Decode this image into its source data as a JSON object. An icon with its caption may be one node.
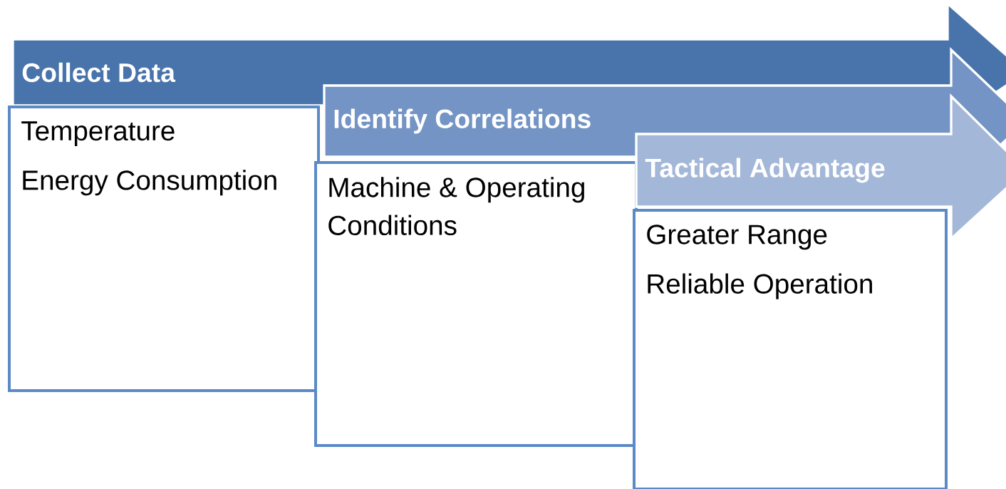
{
  "diagram": {
    "nodes": [
      {
        "text": [
          "Collect Data"
        ]
      },
      {
        "text": [
          "Temperature",
          "Energy Consumption"
        ]
      },
      {
        "text": [
          "Identify Correlations"
        ]
      },
      {
        "text": [
          "Machine & Operating Conditions"
        ]
      },
      {
        "text": [
          "Tactical Advantage"
        ]
      },
      {
        "text": [
          "Greater Range",
          "Reliable Operation"
        ]
      }
    ]
  }
}
